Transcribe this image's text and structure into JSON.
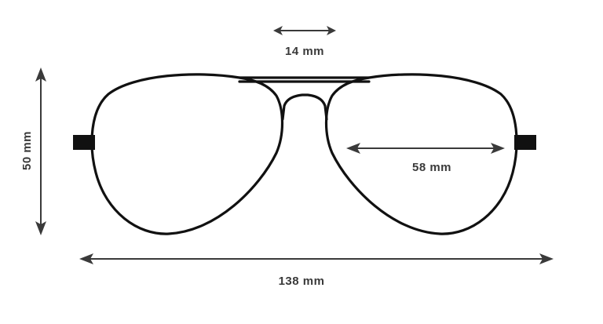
{
  "dimensions": {
    "bridge_width": "14 mm",
    "lens_height": "50 mm",
    "lens_width": "58 mm",
    "frame_width": "138 mm"
  },
  "colors": {
    "frame": "#111111",
    "arrow": "#3a3a3a",
    "text": "#3a3a3a",
    "background": "#ffffff"
  }
}
